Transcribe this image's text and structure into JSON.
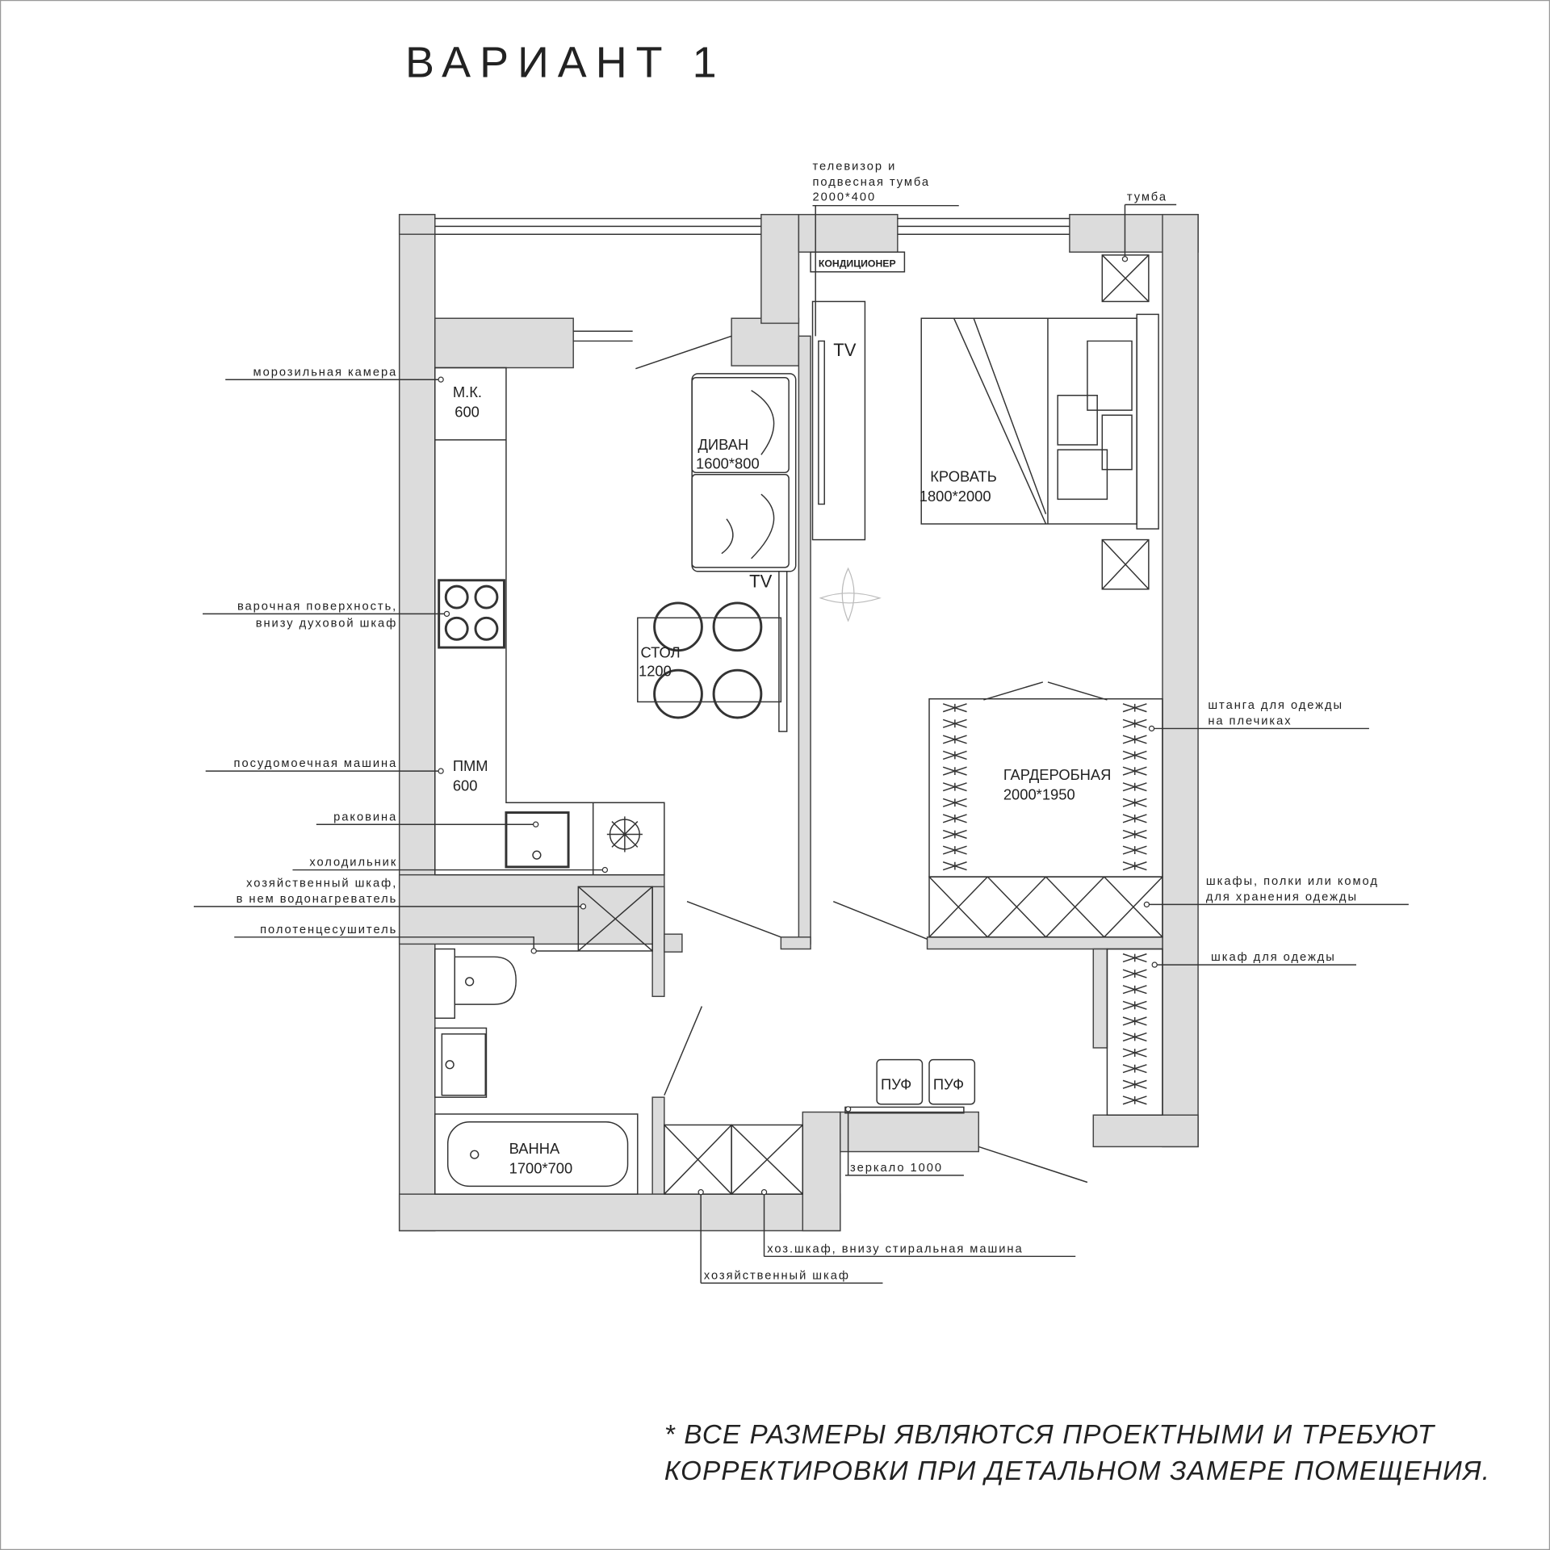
{
  "title": "ВАРИАНТ 1",
  "note": {
    "line1": "* ВСЕ РАЗМЕРЫ ЯВЛЯЮТСЯ ПРОЕКТНЫМИ И ТРЕБУЮТ",
    "line2": "КОРРЕКТИРОВКИ ПРИ ДЕТАЛЬНОМ ЗАМЕРЕ ПОМЕЩЕНИЯ."
  },
  "callouts_left": {
    "freezer": "морозильная камера",
    "hob1": "варочная поверхность,",
    "hob2": "внизу духовой шкаф",
    "dishwasher": "посудомоечная машина",
    "sink": "раковина",
    "fridge": "холодильник",
    "utility1": "хозяйственный шкаф,",
    "utility2": "в нем водонагреватель",
    "towel": "полотенцесушитель"
  },
  "callouts_right": {
    "tv1": "телевизор и",
    "tv2": "подвесная тумба",
    "tv3": "2000*400",
    "nightstand": "тумба",
    "rail1": "штанга для одежды",
    "rail2": "на плечиках",
    "storage1": "шкафы, полки или комод",
    "storage2": "для хранения одежды",
    "wardrobe": "шкаф для одежды",
    "mirror": "зеркало 1000",
    "washer": "хоз.шкаф, внизу стиральная машина",
    "utility_bottom": "хозяйственный шкаф"
  },
  "rooms": {
    "mk": "М.К.",
    "mk_size": "600",
    "sofa": "ДИВАН",
    "sofa_size": "1600*800",
    "bed": "КРОВАТЬ",
    "bed_size": "1800*2000",
    "table": "СТОЛ",
    "table_size": "1200",
    "dw": "ПММ",
    "dw_size": "600",
    "closet": "ГАРДЕРОБНАЯ",
    "closet_size": "2000*1950",
    "bath": "ВАННА",
    "bath_size": "1700*700",
    "pouf1": "ПУФ",
    "pouf2": "ПУФ",
    "tv_a": "TV",
    "tv_b": "TV",
    "ac": "КОНДИЦИОНЕР"
  }
}
